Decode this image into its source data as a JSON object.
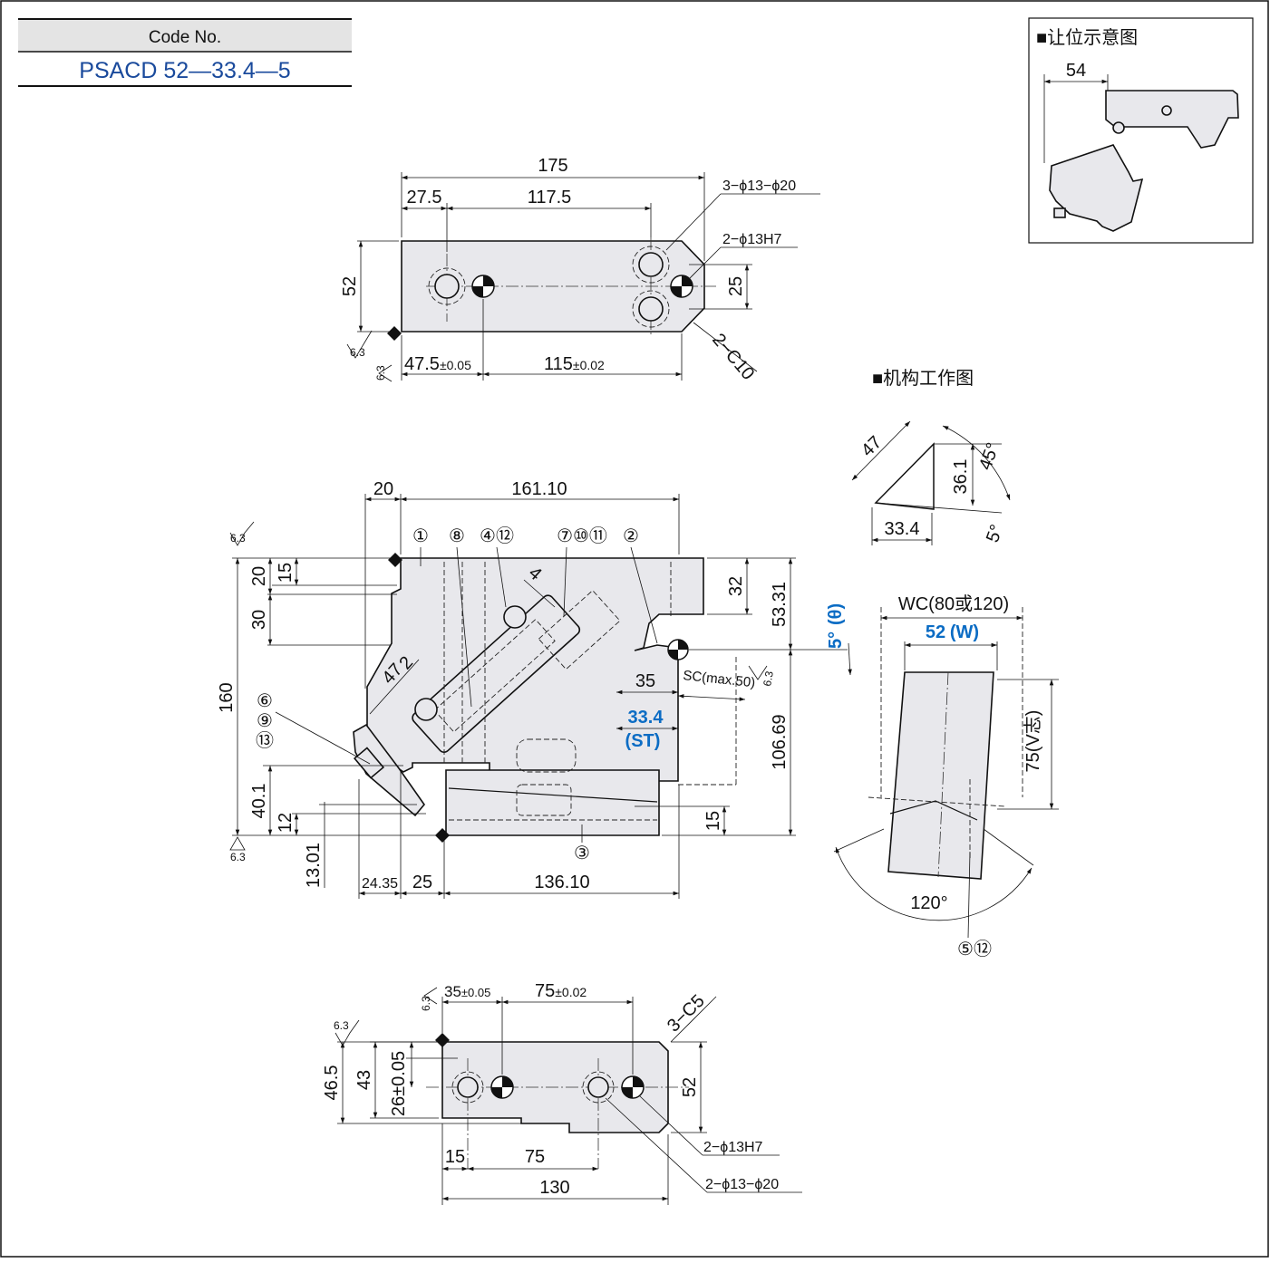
{
  "code_box": {
    "header": "Code No.",
    "value": "PSACD 52—33.4—5"
  },
  "clearance_inset": {
    "title": "■让位示意图",
    "dim": "54"
  },
  "mechanism_title": "■机构工作图",
  "top_view": {
    "overall": "175",
    "left_offset": "27.5",
    "hole_pitch": "117.5",
    "counterbore": "3−ϕ13−ϕ20",
    "dowel": "2−ϕ13H7",
    "height": "52",
    "dowel_pitch": "25",
    "chamfer": "2−C10",
    "ref1": "47.5",
    "ref1_tol": "±0.05",
    "ref2": "115",
    "ref2_tol": "±0.02",
    "roughness": "6.3"
  },
  "front_view": {
    "d20": "20",
    "d161": "161.10",
    "balloons": [
      "①",
      "⑧",
      "④⑫",
      "⑦⑩⑪",
      "②",
      "⑥",
      "⑨",
      "⑬",
      "③"
    ],
    "d15": "15",
    "d20v": "20",
    "d30": "30",
    "d4": "4",
    "d2": "2",
    "d47": "47",
    "d160": "160",
    "d32": "32",
    "d53": "53.31",
    "d35": "35",
    "sc": "SC(max.50)",
    "st_value": "33.4",
    "st_label": "(ST)",
    "d106": "106.69",
    "d40": "40.1",
    "d12": "12",
    "d15b": "15",
    "d13": "13.01",
    "d24": "24.35",
    "d25": "25",
    "d136": "136.10",
    "angle_value": "5°",
    "angle_label": "(θ)",
    "roughness": "6.3"
  },
  "mechanism": {
    "d47": "47",
    "d36": "36.1",
    "d45": "45°",
    "d33": "33.4",
    "d5": "5°",
    "wc": "WC(80或120)",
    "w_value": "52",
    "w_label": "(W)",
    "v": "75(V志)",
    "angle120": "120°",
    "balloon": "⑤⑫"
  },
  "bottom_view": {
    "d35": "35",
    "d35_tol": "±0.05",
    "d75t": "75",
    "d75t_tol": "±0.02",
    "chamfer": "3−C5",
    "d46": "46.5",
    "d43": "43",
    "d26": "26±0.05",
    "d52": "52",
    "dowel": "2−ϕ13H7",
    "counterbore": "2−ϕ13−ϕ20",
    "d15": "15",
    "d75": "75",
    "d130": "130",
    "roughness": "6.3"
  }
}
